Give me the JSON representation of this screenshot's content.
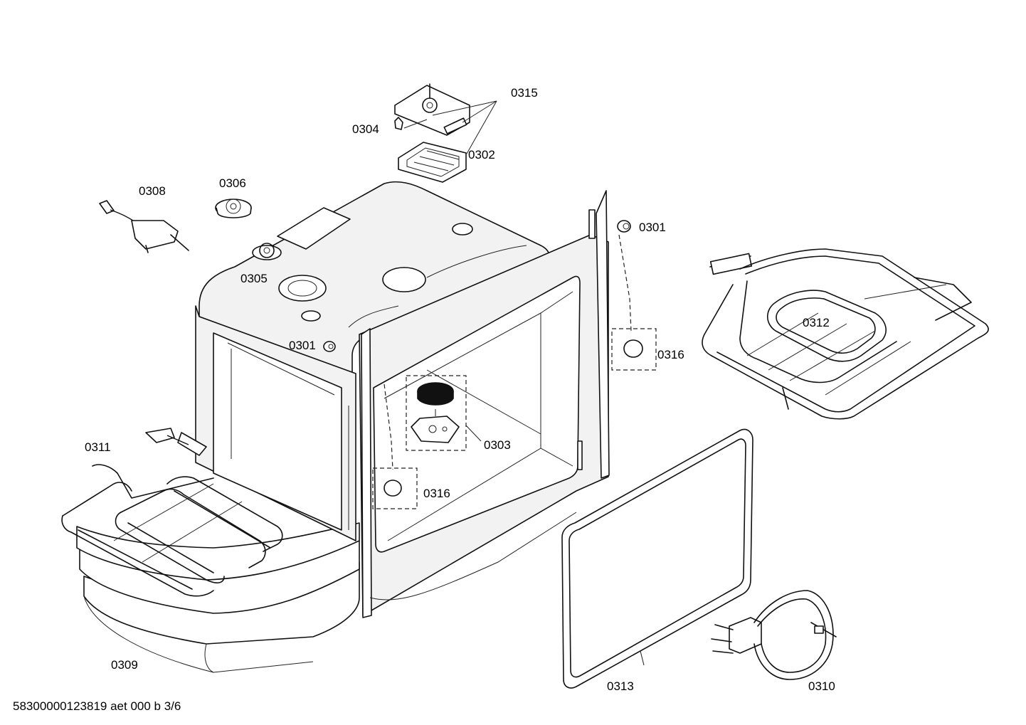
{
  "labels": {
    "p0315": "0315",
    "p0304": "0304",
    "p0302": "0302",
    "p0308": "0308",
    "p0306": "0306",
    "p0305": "0305",
    "p0301a": "0301",
    "p0301b": "0301",
    "p0312": "0312",
    "p0316a": "0316",
    "p0316b": "0316",
    "p0303": "0303",
    "p0311": "0311",
    "p0309": "0309",
    "p0313": "0313",
    "p0310": "0310"
  },
  "footer": {
    "drawing_id": "58300000123819 aet 000 b 3/6"
  }
}
